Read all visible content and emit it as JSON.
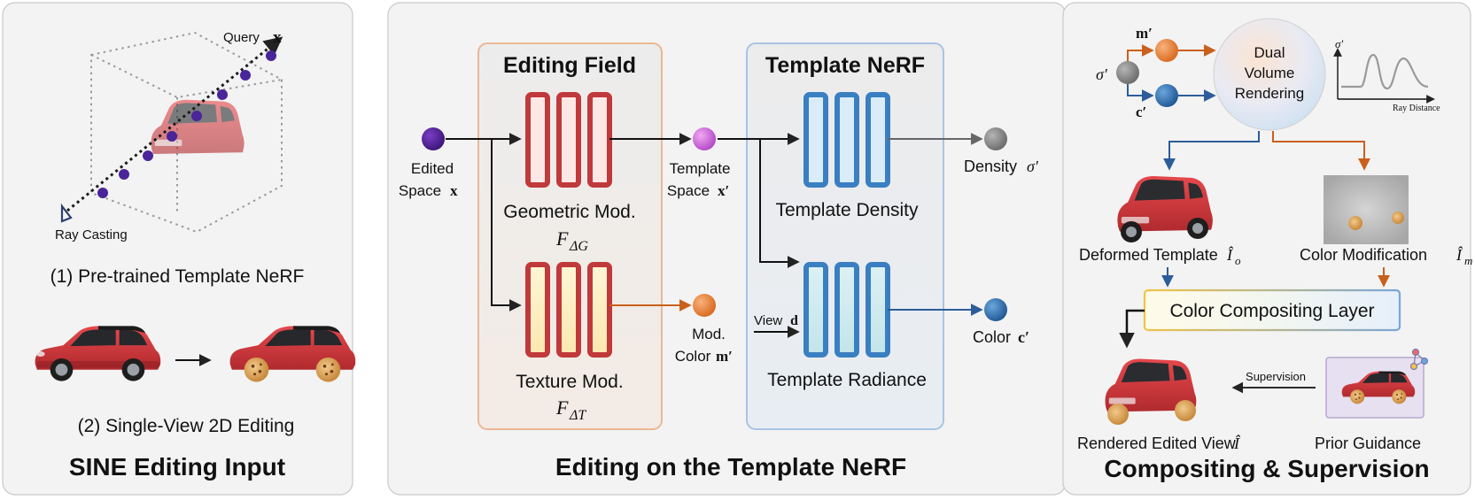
{
  "left_panel": {
    "query_label": "Query",
    "query_var": "x",
    "ray_casting": "Ray Casting",
    "step1": "(1) Pre-trained Template NeRF",
    "step2": "(2) Single-View 2D Editing",
    "title": "SINE Editing Input"
  },
  "middle_panel": {
    "editing_field_title": "Editing Field",
    "template_nerf_title": "Template NeRF",
    "input_line1": "Edited",
    "input_line2": "Space",
    "input_var": "x",
    "geometric_mod": "Geometric Mod.",
    "geometric_sym": "F",
    "geometric_sub": "ΔG",
    "texture_mod": "Texture Mod.",
    "texture_sym": "F",
    "texture_sub": "ΔT",
    "template_space_line1": "Template",
    "template_space_line2": "Space",
    "template_space_var": "x′",
    "mod_color_line1": "Mod.",
    "mod_color_line2": "Color",
    "mod_color_var": "m′",
    "view_label": "View",
    "view_var": "d",
    "template_density": "Template Density",
    "template_radiance": "Template Radiance",
    "density_label": "Density",
    "density_var": "σ′",
    "color_label": "Color",
    "color_var": "c′",
    "title": "Editing on the Template NeRF"
  },
  "right_panel": {
    "m_prime": "m′",
    "sigma_prime": "σ′",
    "c_prime": "c′",
    "dvr_line1": "Dual",
    "dvr_line2": "Volume",
    "dvr_line3": "Rendering",
    "plot_ylabel": "σ′",
    "plot_xlabel": "Ray Distance",
    "deformed_template": "Deformed Template",
    "deformed_var": "Î",
    "deformed_sub": "o",
    "color_modification": "Color Modification",
    "colormod_var": "Î",
    "colormod_sub": "m",
    "compositing_layer": "Color Compositing Layer",
    "supervision": "Supervision",
    "rendered_view": "Rendered Edited View",
    "rendered_var": "Î",
    "prior_guidance": "Prior Guidance",
    "title": "Compositing & Supervision"
  },
  "colors": {
    "panel_bg": "#f3f3f3",
    "purple": "#4a1a8c",
    "orange": "#e07a2c",
    "red_mlp": "#c0393b",
    "blue_mlp": "#3a7fc1",
    "arrow_orange": "#c9601c",
    "arrow_blue": "#2c5d9a",
    "car_red": "#d23a3e"
  }
}
